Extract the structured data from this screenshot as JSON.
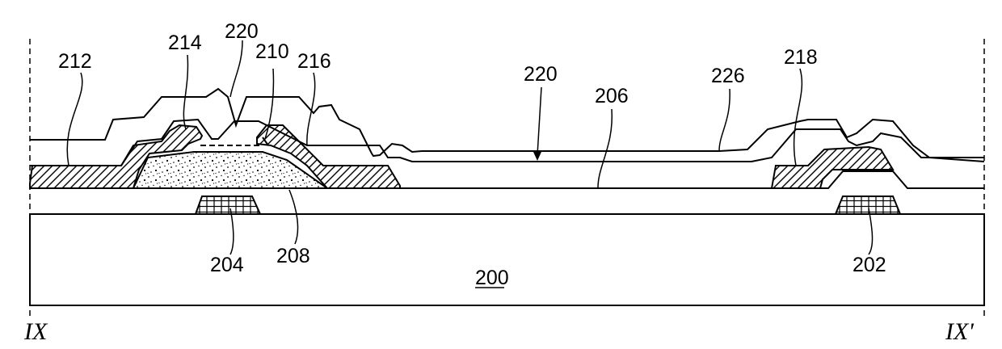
{
  "figure": {
    "section_start": "IX",
    "section_end": "IX'",
    "substrate_label": "200",
    "labels": {
      "l212": "212",
      "l214": "214",
      "l220a": "220",
      "l210": "210",
      "l216": "216",
      "l220b": "220",
      "l206": "206",
      "l226": "226",
      "l218": "218",
      "l204": "204",
      "l208": "208",
      "l202": "202"
    }
  }
}
